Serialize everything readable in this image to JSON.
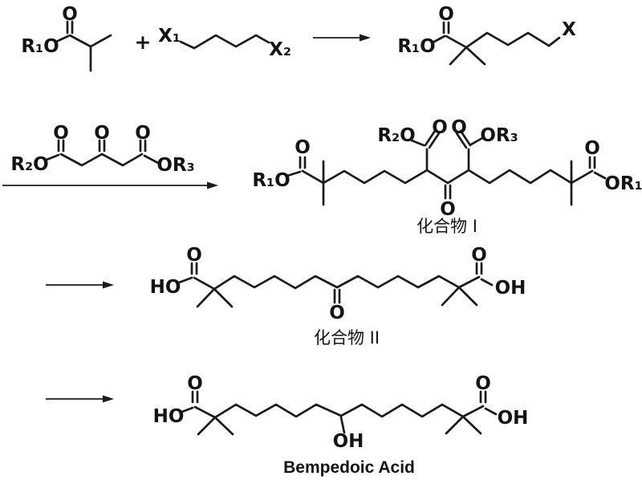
{
  "step1": {
    "reactant_ester": {
      "r1o": "R₁O",
      "carbonyl_o": "O"
    },
    "plus_sign": "+",
    "reactant_dihalide": {
      "x1": "X₁",
      "x2": "X₂"
    },
    "product_halide_ester": {
      "r1o": "R₁O",
      "carbonyl_o": "O",
      "x": "X"
    }
  },
  "step2_reagent": {
    "r2o": "R₂O",
    "left_carbonyl_o": "O",
    "center_ketone_o": "O",
    "right_carbonyl_o": "O",
    "or3": "OR₃"
  },
  "compound1": {
    "r1o_left": "R₁O",
    "left_carbonyl_o": "O",
    "r2o": "R₂O",
    "left_ester_o": "O",
    "right_ester_o": "O",
    "or3": "OR₃",
    "ketone_o": "O",
    "right_carbonyl_o": "O",
    "or1_right": "OR₁",
    "caption": "化合物 I"
  },
  "compound2": {
    "ho": "HO",
    "left_carbonyl_o": "O",
    "ketone_o": "O",
    "right_carbonyl_o": "O",
    "oh": "OH",
    "caption": "化合物 II"
  },
  "final_product": {
    "ho": "HO",
    "left_carbonyl_o": "O",
    "hydroxyl_oh": "OH",
    "right_carbonyl_o": "O",
    "oh": "OH",
    "caption": "Bempedoic Acid"
  }
}
